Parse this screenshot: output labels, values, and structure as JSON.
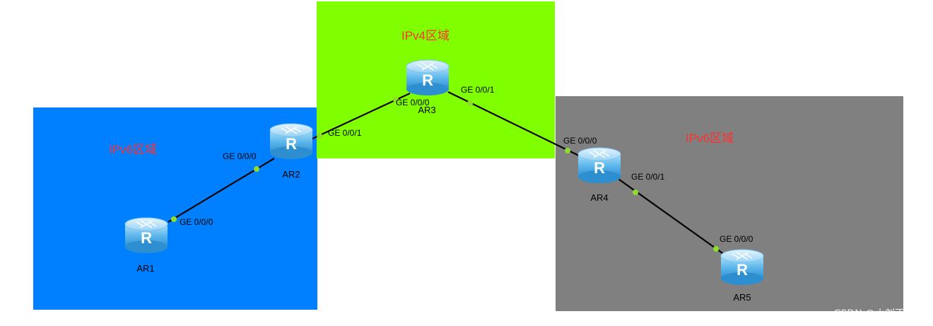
{
  "colors": {
    "ipv6_left": "#0080ff",
    "ipv4": "#80ff00",
    "ipv6_right": "#808080",
    "zone_label": "#ff3030",
    "link": "#000000",
    "port_dot": "#8fdc2a",
    "router_body": "#5fb8ec"
  },
  "zones": {
    "left": {
      "label": "IPv6区域"
    },
    "mid": {
      "label": "IPv4区域"
    },
    "right": {
      "label": "IPv6区域"
    }
  },
  "routers": {
    "ar1": {
      "name": "AR1",
      "icon": "router-icon",
      "glyph": "R"
    },
    "ar2": {
      "name": "AR2",
      "icon": "router-icon",
      "glyph": "R"
    },
    "ar3": {
      "name": "AR3",
      "icon": "router-icon",
      "glyph": "R"
    },
    "ar4": {
      "name": "AR4",
      "icon": "router-icon",
      "glyph": "R"
    },
    "ar5": {
      "name": "AR5",
      "icon": "router-icon",
      "glyph": "R"
    }
  },
  "interfaces": {
    "ar1_g000": "GE 0/0/0",
    "ar2_g000": "GE 0/0/0",
    "ar2_g001": "GE 0/0/1",
    "ar3_g000": "GE 0/0/0",
    "ar3_g001": "GE 0/0/1",
    "ar4_g000": "GE 0/0/0",
    "ar4_g001": "GE 0/0/1",
    "ar5_g000": "GE 0/0/0"
  },
  "watermark": "CSDN @小刘不忙！"
}
